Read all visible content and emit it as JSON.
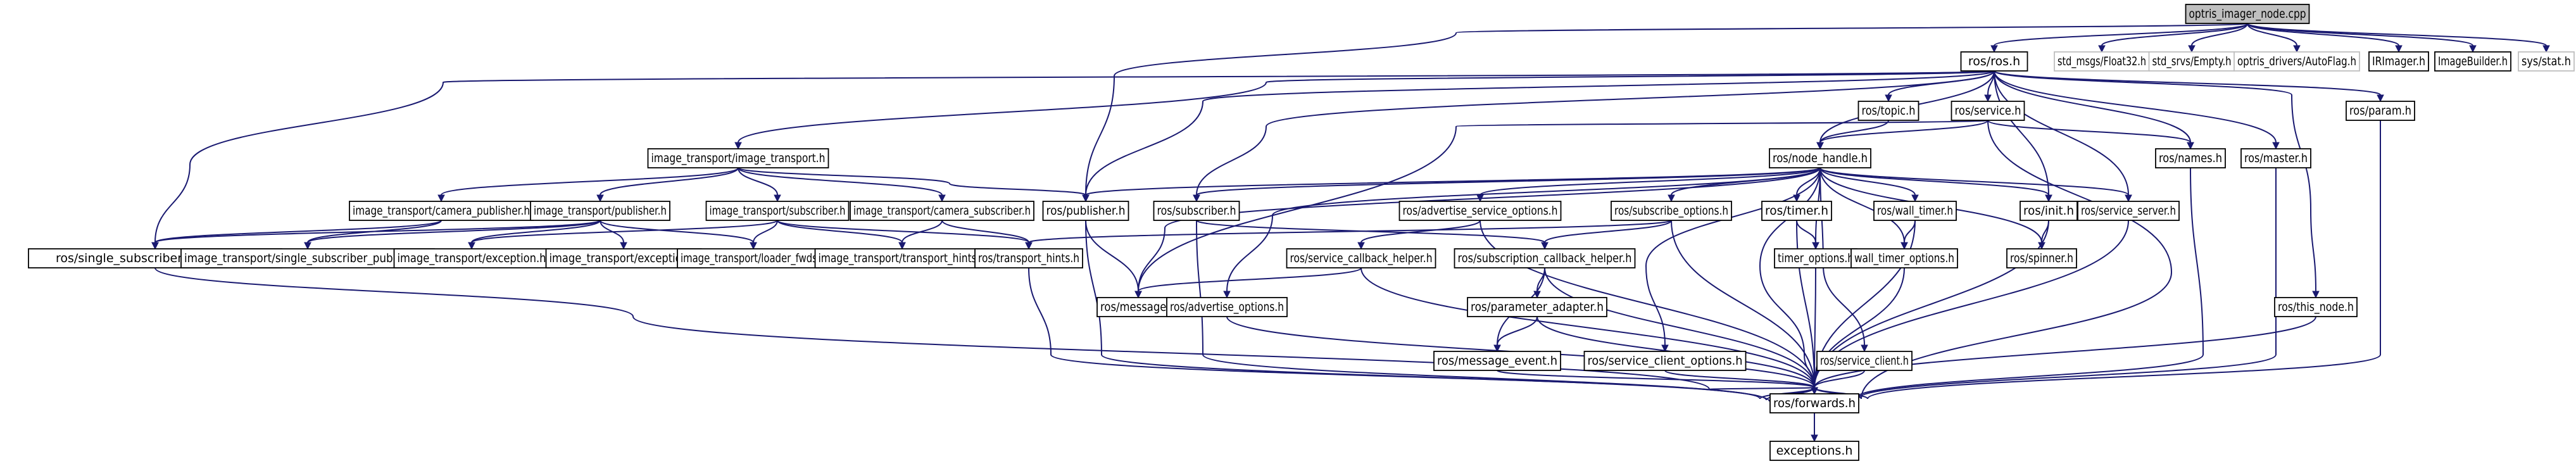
{
  "graph": {
    "colors": {
      "root_fill": "#bfbfbf",
      "node_fill": "#ffffff",
      "node_stroke": "#000000",
      "external_stroke": "#bfbfbf",
      "edge": "#191970"
    },
    "nodes": [
      {
        "id": "root",
        "label": "optris_imager_node.cpp",
        "kind": "root"
      },
      {
        "id": "ros_ros",
        "label": "ros/ros.h"
      },
      {
        "id": "std_float",
        "label": "std_msgs/Float32.h",
        "kind": "external"
      },
      {
        "id": "std_empty",
        "label": "std_srvs/Empty.h",
        "kind": "external"
      },
      {
        "id": "autoflag",
        "label": "optris_drivers/AutoFlag.h",
        "kind": "external"
      },
      {
        "id": "irimager",
        "label": "IRImager.h"
      },
      {
        "id": "imagebuilder",
        "label": "ImageBuilder.h"
      },
      {
        "id": "sysstat",
        "label": "sys/stat.h",
        "kind": "external"
      },
      {
        "id": "ros_topic",
        "label": "ros/topic.h"
      },
      {
        "id": "ros_service",
        "label": "ros/service.h"
      },
      {
        "id": "ros_param",
        "label": "ros/param.h"
      },
      {
        "id": "it_image_transport",
        "label": "image_transport/image_transport.h"
      },
      {
        "id": "ros_node_handle",
        "label": "ros/node_handle.h"
      },
      {
        "id": "ros_names",
        "label": "ros/names.h"
      },
      {
        "id": "ros_master",
        "label": "ros/master.h"
      },
      {
        "id": "it_camera_publisher",
        "label": "image_transport/camera_publisher.h"
      },
      {
        "id": "it_publisher",
        "label": "image_transport/publisher.h"
      },
      {
        "id": "it_subscriber",
        "label": "image_transport/subscriber.h"
      },
      {
        "id": "it_camera_subscriber",
        "label": "image_transport/camera_subscriber.h"
      },
      {
        "id": "ros_publisher",
        "label": "ros/publisher.h"
      },
      {
        "id": "ros_subscriber",
        "label": "ros/subscriber.h"
      },
      {
        "id": "ros_adv_srv_opts",
        "label": "ros/advertise_service_options.h"
      },
      {
        "id": "ros_subscribe_opts",
        "label": "ros/subscribe_options.h"
      },
      {
        "id": "ros_timer",
        "label": "ros/timer.h"
      },
      {
        "id": "ros_wall_timer",
        "label": "ros/wall_timer.h"
      },
      {
        "id": "ros_init",
        "label": "ros/init.h"
      },
      {
        "id": "ros_service_server",
        "label": "ros/service_server.h"
      },
      {
        "id": "ros_single_sub_pub",
        "label": "ros/single_subscriber_publisher.h"
      },
      {
        "id": "it_single_sub_pub",
        "label": "image_transport/single_subscriber_publisher.h"
      },
      {
        "id": "it_exception_a",
        "label": "image_transport/exception.h"
      },
      {
        "id": "it_exception_b",
        "label": "image_transport/exception.h"
      },
      {
        "id": "it_loader_fwds",
        "label": "image_transport/loader_fwds.h"
      },
      {
        "id": "it_transport_hints",
        "label": "image_transport/transport_hints.h"
      },
      {
        "id": "ros_transport_hints",
        "label": "ros/transport_hints.h"
      },
      {
        "id": "ros_srv_cb_helper",
        "label": "ros/service_callback_helper.h"
      },
      {
        "id": "ros_sub_cb_helper",
        "label": "ros/subscription_callback_helper.h"
      },
      {
        "id": "ros_timer_opts",
        "label": "timer_options.h"
      },
      {
        "id": "ros_wall_timer_opts",
        "label": "wall_timer_options.h"
      },
      {
        "id": "ros_spinner",
        "label": "ros/spinner.h"
      },
      {
        "id": "ros_message",
        "label": "ros/message.h"
      },
      {
        "id": "ros_advertise_opts",
        "label": "ros/advertise_options.h"
      },
      {
        "id": "ros_param_adapter",
        "label": "ros/parameter_adapter.h"
      },
      {
        "id": "ros_message_event",
        "label": "ros/message_event.h"
      },
      {
        "id": "ros_srv_client_opts",
        "label": "ros/service_client_options.h"
      },
      {
        "id": "ros_service_client",
        "label": "ros/service_client.h"
      },
      {
        "id": "ros_this_node",
        "label": "ros/this_node.h"
      },
      {
        "id": "ros_forwards",
        "label": "ros/forwards.h"
      },
      {
        "id": "exceptions",
        "label": "exceptions.h"
      }
    ],
    "edges": [
      [
        "root",
        "ros_ros"
      ],
      [
        "root",
        "std_float"
      ],
      [
        "root",
        "std_empty"
      ],
      [
        "root",
        "autoflag"
      ],
      [
        "root",
        "irimager"
      ],
      [
        "root",
        "imagebuilder"
      ],
      [
        "root",
        "sysstat"
      ],
      [
        "root",
        "ros_publisher"
      ],
      [
        "ros_ros",
        "ros_topic"
      ],
      [
        "ros_ros",
        "ros_service"
      ],
      [
        "ros_ros",
        "ros_param"
      ],
      [
        "ros_ros",
        "ros_node_handle"
      ],
      [
        "ros_ros",
        "ros_names"
      ],
      [
        "ros_ros",
        "ros_master"
      ],
      [
        "ros_ros",
        "ros_init"
      ],
      [
        "ros_ros",
        "ros_service_server"
      ],
      [
        "ros_ros",
        "ros_publisher"
      ],
      [
        "ros_ros",
        "ros_subscriber"
      ],
      [
        "ros_ros",
        "ros_single_sub_pub"
      ],
      [
        "ros_ros",
        "it_image_transport"
      ],
      [
        "ros_ros",
        "ros_this_node"
      ],
      [
        "ros_topic",
        "ros_node_handle"
      ],
      [
        "ros_service",
        "ros_node_handle"
      ],
      [
        "ros_service",
        "ros_names"
      ],
      [
        "ros_service",
        "ros_message"
      ],
      [
        "ros_service",
        "ros_forwards"
      ],
      [
        "ros_param",
        "ros_forwards"
      ],
      [
        "ros_names",
        "ros_forwards"
      ],
      [
        "ros_master",
        "ros_forwards"
      ],
      [
        "ros_this_node",
        "ros_forwards"
      ],
      [
        "it_image_transport",
        "it_camera_publisher"
      ],
      [
        "it_image_transport",
        "it_publisher"
      ],
      [
        "it_image_transport",
        "it_subscriber"
      ],
      [
        "it_image_transport",
        "it_camera_subscriber"
      ],
      [
        "it_image_transport",
        "ros_publisher"
      ],
      [
        "ros_node_handle",
        "ros_publisher"
      ],
      [
        "ros_node_handle",
        "ros_subscriber"
      ],
      [
        "ros_node_handle",
        "ros_adv_srv_opts"
      ],
      [
        "ros_node_handle",
        "ros_subscribe_opts"
      ],
      [
        "ros_node_handle",
        "ros_timer"
      ],
      [
        "ros_node_handle",
        "ros_wall_timer"
      ],
      [
        "ros_node_handle",
        "ros_init"
      ],
      [
        "ros_node_handle",
        "ros_service_server"
      ],
      [
        "ros_node_handle",
        "ros_timer_opts"
      ],
      [
        "ros_node_handle",
        "ros_wall_timer_opts"
      ],
      [
        "ros_node_handle",
        "ros_spinner"
      ],
      [
        "ros_node_handle",
        "ros_message"
      ],
      [
        "ros_node_handle",
        "ros_advertise_opts"
      ],
      [
        "ros_node_handle",
        "ros_srv_client_opts"
      ],
      [
        "ros_node_handle",
        "ros_service_client"
      ],
      [
        "ros_node_handle",
        "ros_forwards"
      ],
      [
        "it_camera_publisher",
        "ros_single_sub_pub"
      ],
      [
        "it_camera_publisher",
        "it_single_sub_pub"
      ],
      [
        "it_publisher",
        "ros_single_sub_pub"
      ],
      [
        "it_publisher",
        "it_single_sub_pub"
      ],
      [
        "it_publisher",
        "it_exception_a"
      ],
      [
        "it_publisher",
        "it_exception_b"
      ],
      [
        "it_publisher",
        "it_loader_fwds"
      ],
      [
        "it_subscriber",
        "it_exception_a"
      ],
      [
        "it_subscriber",
        "it_loader_fwds"
      ],
      [
        "it_subscriber",
        "it_transport_hints"
      ],
      [
        "it_subscriber",
        "ros_transport_hints"
      ],
      [
        "it_camera_subscriber",
        "it_transport_hints"
      ],
      [
        "it_camera_subscriber",
        "ros_transport_hints"
      ],
      [
        "ros_publisher",
        "ros_message"
      ],
      [
        "ros_publisher",
        "ros_forwards"
      ],
      [
        "ros_subscriber",
        "ros_sub_cb_helper"
      ],
      [
        "ros_subscriber",
        "ros_forwards"
      ],
      [
        "ros_adv_srv_opts",
        "ros_srv_cb_helper"
      ],
      [
        "ros_adv_srv_opts",
        "ros_forwards"
      ],
      [
        "ros_subscribe_opts",
        "ros_transport_hints"
      ],
      [
        "ros_subscribe_opts",
        "ros_sub_cb_helper"
      ],
      [
        "ros_subscribe_opts",
        "ros_forwards"
      ],
      [
        "ros_timer",
        "ros_timer_opts"
      ],
      [
        "ros_timer",
        "ros_forwards"
      ],
      [
        "ros_wall_timer",
        "ros_wall_timer_opts"
      ],
      [
        "ros_wall_timer",
        "ros_forwards"
      ],
      [
        "ros_init",
        "ros_spinner"
      ],
      [
        "ros_init",
        "ros_forwards"
      ],
      [
        "ros_service_server",
        "ros_forwards"
      ],
      [
        "ros_single_sub_pub",
        "ros_forwards"
      ],
      [
        "ros_transport_hints",
        "ros_forwards"
      ],
      [
        "ros_srv_cb_helper",
        "ros_message"
      ],
      [
        "ros_srv_cb_helper",
        "ros_forwards"
      ],
      [
        "ros_sub_cb_helper",
        "ros_param_adapter"
      ],
      [
        "ros_sub_cb_helper",
        "ros_message_event"
      ],
      [
        "ros_sub_cb_helper",
        "ros_forwards"
      ],
      [
        "ros_param_adapter",
        "ros_message_event"
      ],
      [
        "ros_param_adapter",
        "ros_forwards"
      ],
      [
        "ros_message_event",
        "ros_forwards"
      ],
      [
        "ros_timer_opts",
        "ros_forwards"
      ],
      [
        "ros_wall_timer_opts",
        "ros_forwards"
      ],
      [
        "ros_advertise_opts",
        "ros_forwards"
      ],
      [
        "ros_srv_client_opts",
        "ros_forwards"
      ],
      [
        "ros_service_client",
        "ros_forwards"
      ],
      [
        "ros_forwards",
        "exceptions"
      ]
    ]
  }
}
